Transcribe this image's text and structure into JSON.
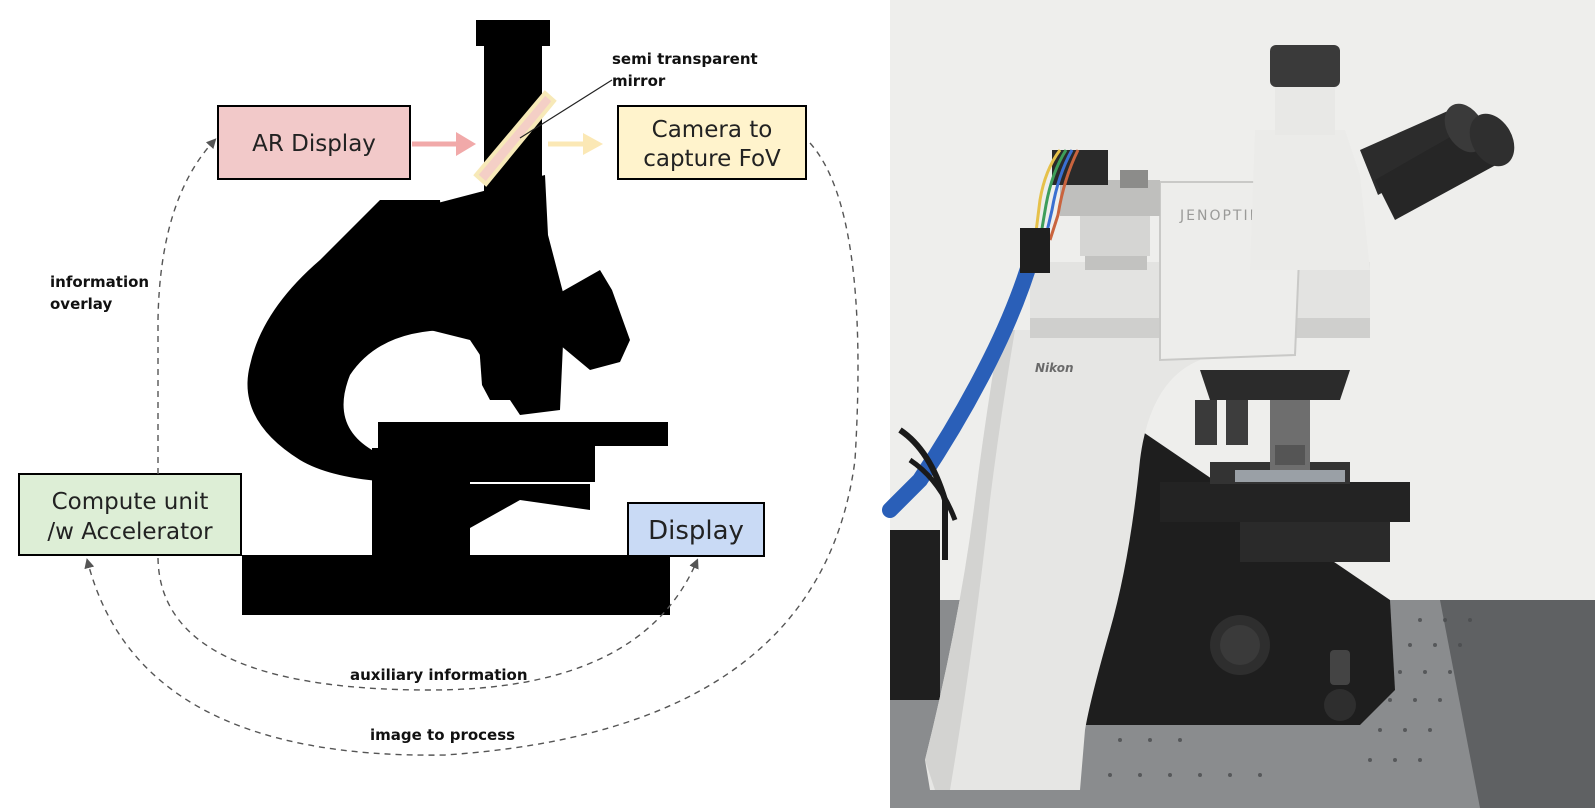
{
  "diagram": {
    "nodes": {
      "ar_display": {
        "label": "AR Display",
        "fill": "#F2C9C9"
      },
      "camera": {
        "lines": [
          "Camera to",
          "capture FoV"
        ],
        "fill": "#FFF3CC"
      },
      "compute": {
        "lines": [
          "Compute unit",
          "/w Accelerator"
        ],
        "fill": "#DDEED6"
      },
      "display": {
        "label": "Display",
        "fill": "#C9DAF5"
      }
    },
    "labels": {
      "mirror": [
        "semi transparent",
        "mirror"
      ],
      "overlay": [
        "information",
        "overlay"
      ],
      "auxiliary": "auxiliary information",
      "image": "image to process"
    },
    "colors": {
      "mirror": "#F4CFC6",
      "mirror_edge": "#F7E9B8",
      "arrow_pink": "#F1A9A9",
      "arrow_yellow": "#FBE8B5",
      "dashed": "#555555",
      "silhouette": "#000000"
    }
  },
  "photo": {
    "brand_jenoptik": "JENOPTIK",
    "brand_nikon": "Nikon",
    "colors": {
      "wall": "#EEEEEC",
      "table": "#8A8C8E",
      "body_white": "#E6E6E4",
      "dark": "#1E1E1E",
      "cable_blue": "#2A5FB8"
    }
  }
}
